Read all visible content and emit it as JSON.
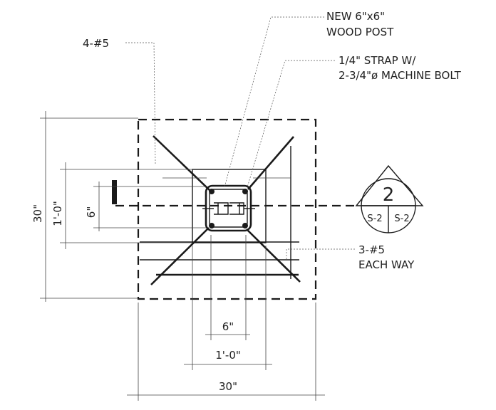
{
  "labels": {
    "post_line1": "NEW 6\"x6\"",
    "post_line2": "WOOD POST",
    "bars_vertical": "4-#5",
    "strap_line1": "1/4\" STRAP W/",
    "strap_line2": "2-3/4\"ø MACHINE BOLT",
    "bars_each_way_line1": "3-#5",
    "bars_each_way_line2": "EACH WAY"
  },
  "section_marker": {
    "number": "2",
    "sheet_left": "S-2",
    "sheet_right": "S-2"
  },
  "dimensions": {
    "left_overall": "30\"",
    "left_middle": "1'-0\"",
    "left_inner": "6\"",
    "bottom_inner": "6\"",
    "bottom_middle": "1'-0\"",
    "bottom_overall": "30\""
  }
}
